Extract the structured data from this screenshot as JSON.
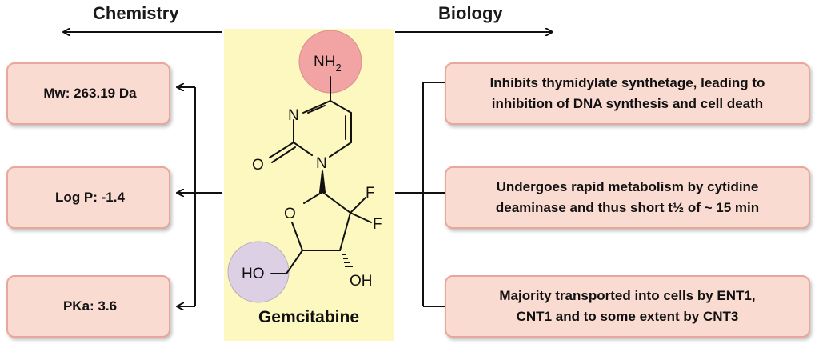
{
  "headings": {
    "left": "Chemistry",
    "right": "Biology"
  },
  "chemistry_properties": [
    {
      "label": "Mw: 263.19 Da"
    },
    {
      "label": "Log P: -1.4"
    },
    {
      "label": "PKa: 3.6"
    }
  ],
  "biology_facts": [
    {
      "line1": "Inhibits thymidylate synthetage, leading to",
      "line2": "inhibition of DNA synthesis and cell death"
    },
    {
      "line1": "Undergoes rapid metabolism  by cytidine",
      "line2": "deaminase and thus short  t½ of ~ 15 min"
    },
    {
      "line1": "Majority transported  into cells by ENT1,",
      "line2": "CNT1 and to some extent by CNT3"
    }
  ],
  "molecule": {
    "name": "Gemcitabine",
    "atoms": {
      "amine": "NH",
      "amine_sub": "2",
      "n3": "N",
      "n1": "N",
      "carbonyl_o": "O",
      "ring_o": "O",
      "f1": "F",
      "f2": "F",
      "oh": "OH",
      "ho": "HO"
    },
    "highlight_colors": {
      "amine": "#f2a3a3",
      "hydroxyl": "#ddd0e4"
    }
  },
  "colors": {
    "box_fill": "#fadbd2",
    "box_border": "#e8a79a",
    "panel": "#fcf8bf",
    "arrow": "#111111"
  }
}
